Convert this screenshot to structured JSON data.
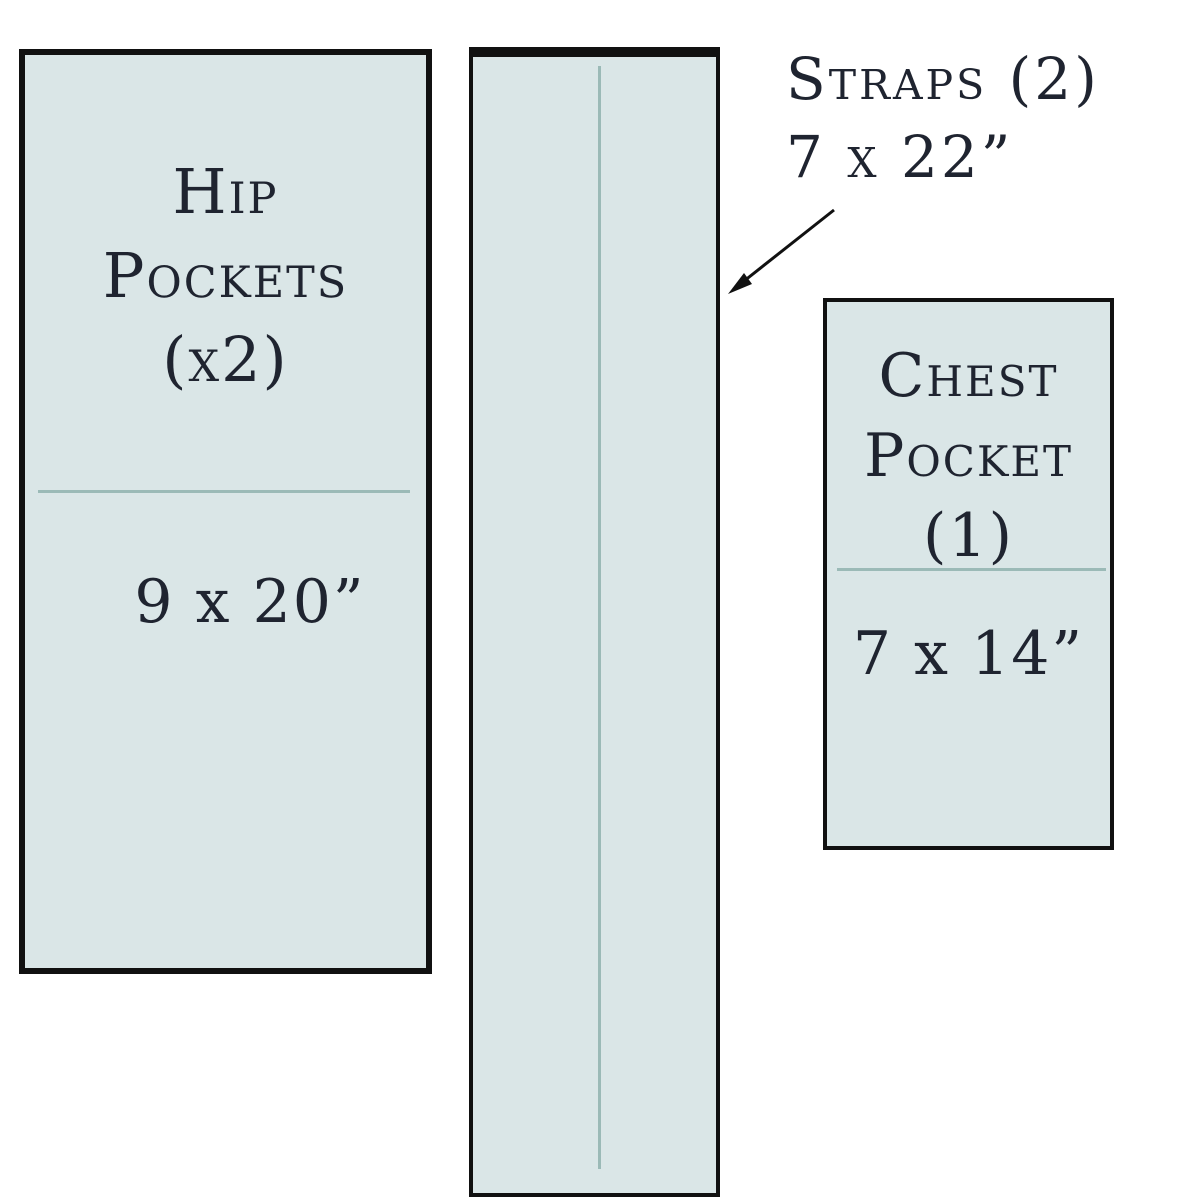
{
  "hip_pockets": {
    "title_lines": [
      "Hip",
      "Pockets",
      "(x2)"
    ],
    "dimensions": "9 x 20”"
  },
  "straps": {
    "title_lines": [
      "Straps (2)",
      "7 x 22”"
    ]
  },
  "chest_pocket": {
    "title_lines": [
      "Chest",
      "Pocket",
      "(1)"
    ],
    "dimensions": "7 x 14”"
  },
  "colors": {
    "fabric": "#dae6e7",
    "fold_line": "#9bbab7",
    "outline": "#111111",
    "text": "#1f2430"
  }
}
